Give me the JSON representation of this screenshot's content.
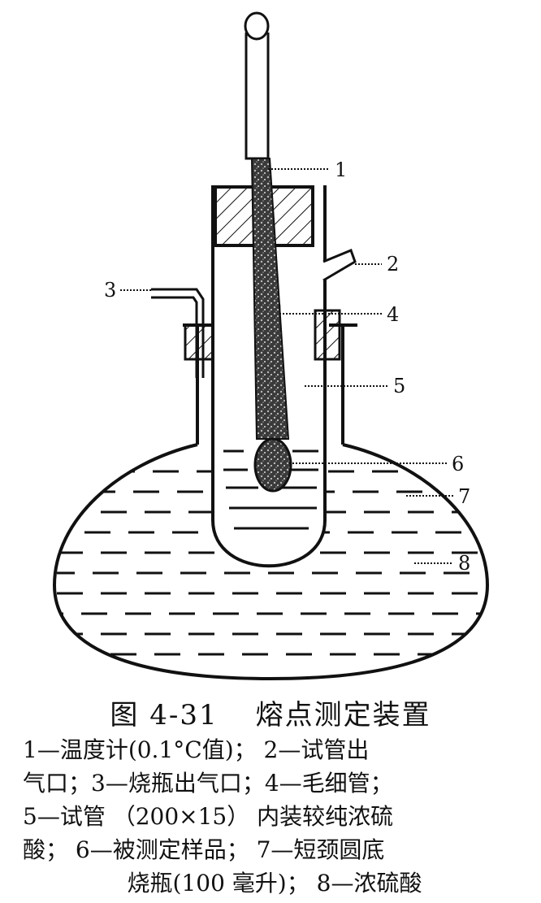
{
  "figure": {
    "number": "图 4-31",
    "title": "熔点测定装置"
  },
  "part_numbers": [
    "1",
    "2",
    "3",
    "4",
    "5",
    "6",
    "7",
    "8"
  ],
  "legend_lines": [
    "1—温度计(0.1°C值)； 2—试管出",
    "气口；3—烧瓶出气口；4—毛细管；",
    "5—试管 （200×15） 内装较纯浓硫",
    "酸； 6—被测定样品； 7—短颈圆底",
    "烧瓶(100 毫升)； 8—浓硫酸"
  ]
}
